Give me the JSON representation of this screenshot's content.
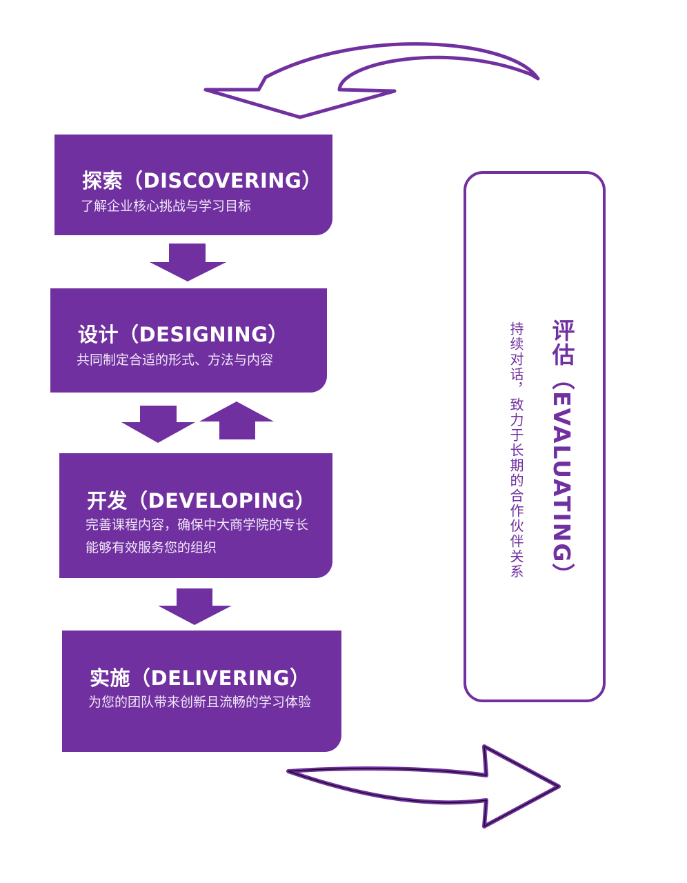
{
  "steps": [
    {
      "title": "探索（DISCOVERING）",
      "desc": "了解企业核心挑战与学习目标"
    },
    {
      "title": "设计（DESIGNING）",
      "desc": "共同制定合适的形式、方法与内容"
    },
    {
      "title": "开发（DEVELOPING）",
      "desc": "完善课程内容，确保中大商学院的专长能够有效服务您的组织"
    },
    {
      "title": "实施（DELIVERING）",
      "desc": "为您的团队带来创新且流畅的学习体验"
    }
  ],
  "evaluating": {
    "title": "评估（EVALUATING）",
    "desc": "持续对话，致力于长期的合作伙伴关系"
  },
  "colors": {
    "accent": "#7030a0"
  }
}
